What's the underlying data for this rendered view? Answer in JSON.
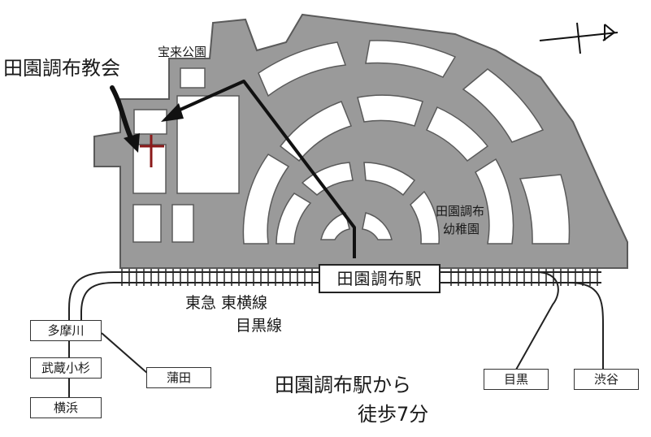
{
  "colors": {
    "road": "#9a9a9a",
    "road_edge": "#5a5a5a",
    "block": "#ffffff",
    "route": "#111111",
    "cross": "#8b1a1a",
    "rail": "#222222"
  },
  "labels": {
    "church": "田園調布教会",
    "park": "宝来公園",
    "kindergarten_line1": "田園調布",
    "kindergarten_line2": "幼稚園",
    "line_name1": "東急 東横線",
    "line_name2": "目黒線",
    "access_line1": "田園調布駅から",
    "access_line2": "徒歩7分"
  },
  "stations": {
    "main": "田園調布駅",
    "tamagawa": "多摩川",
    "musashikosugi": "武蔵小杉",
    "yokohama": "横浜",
    "kamata": "蒲田",
    "meguro": "目黒",
    "shibuya": "渋谷"
  },
  "icons": {
    "north": "north-arrow-icon",
    "church": "cross-icon",
    "pointer": "curved-arrow-icon"
  }
}
